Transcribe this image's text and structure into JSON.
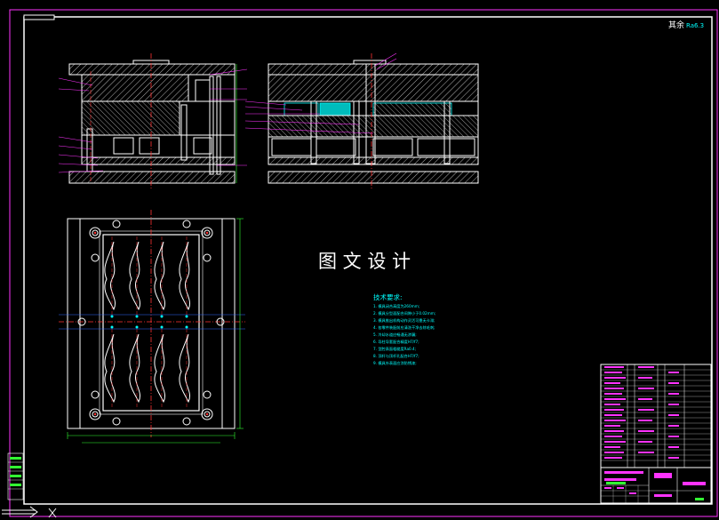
{
  "drawing": {
    "watermark_title": "图 文 设 计",
    "roughness_note": "其余",
    "roughness_value": "Ra6.3"
  },
  "technical_requirements": {
    "heading": "技术要求:",
    "items": [
      "1. 模具闭合高度为260mm;",
      "2. 模具分型面配合间隙小于0.02mm;",
      "3. 模具推出机构动作灵活可靠无卡滞;",
      "4. 各零件装配前应清洗干净去除毛刺;",
      "5. 冷却水道应畅通无渗漏;",
      "6. 导柱导套配合精度H7/f7;",
      "7. 型腔表面粗糙度Ra0.4;",
      "8. 顶杆与顶杆孔配合H7/f7;",
      "9. 模具外表面应涂防锈漆;"
    ]
  },
  "colors": {
    "background": "#000000",
    "line_white": "#ffffff",
    "line_magenta": "#ff33ff",
    "line_cyan": "#00ffff",
    "line_red": "#ff3333",
    "line_green": "#33ff33",
    "line_blue": "#3366ff",
    "line_yellow": "#ffff33"
  }
}
